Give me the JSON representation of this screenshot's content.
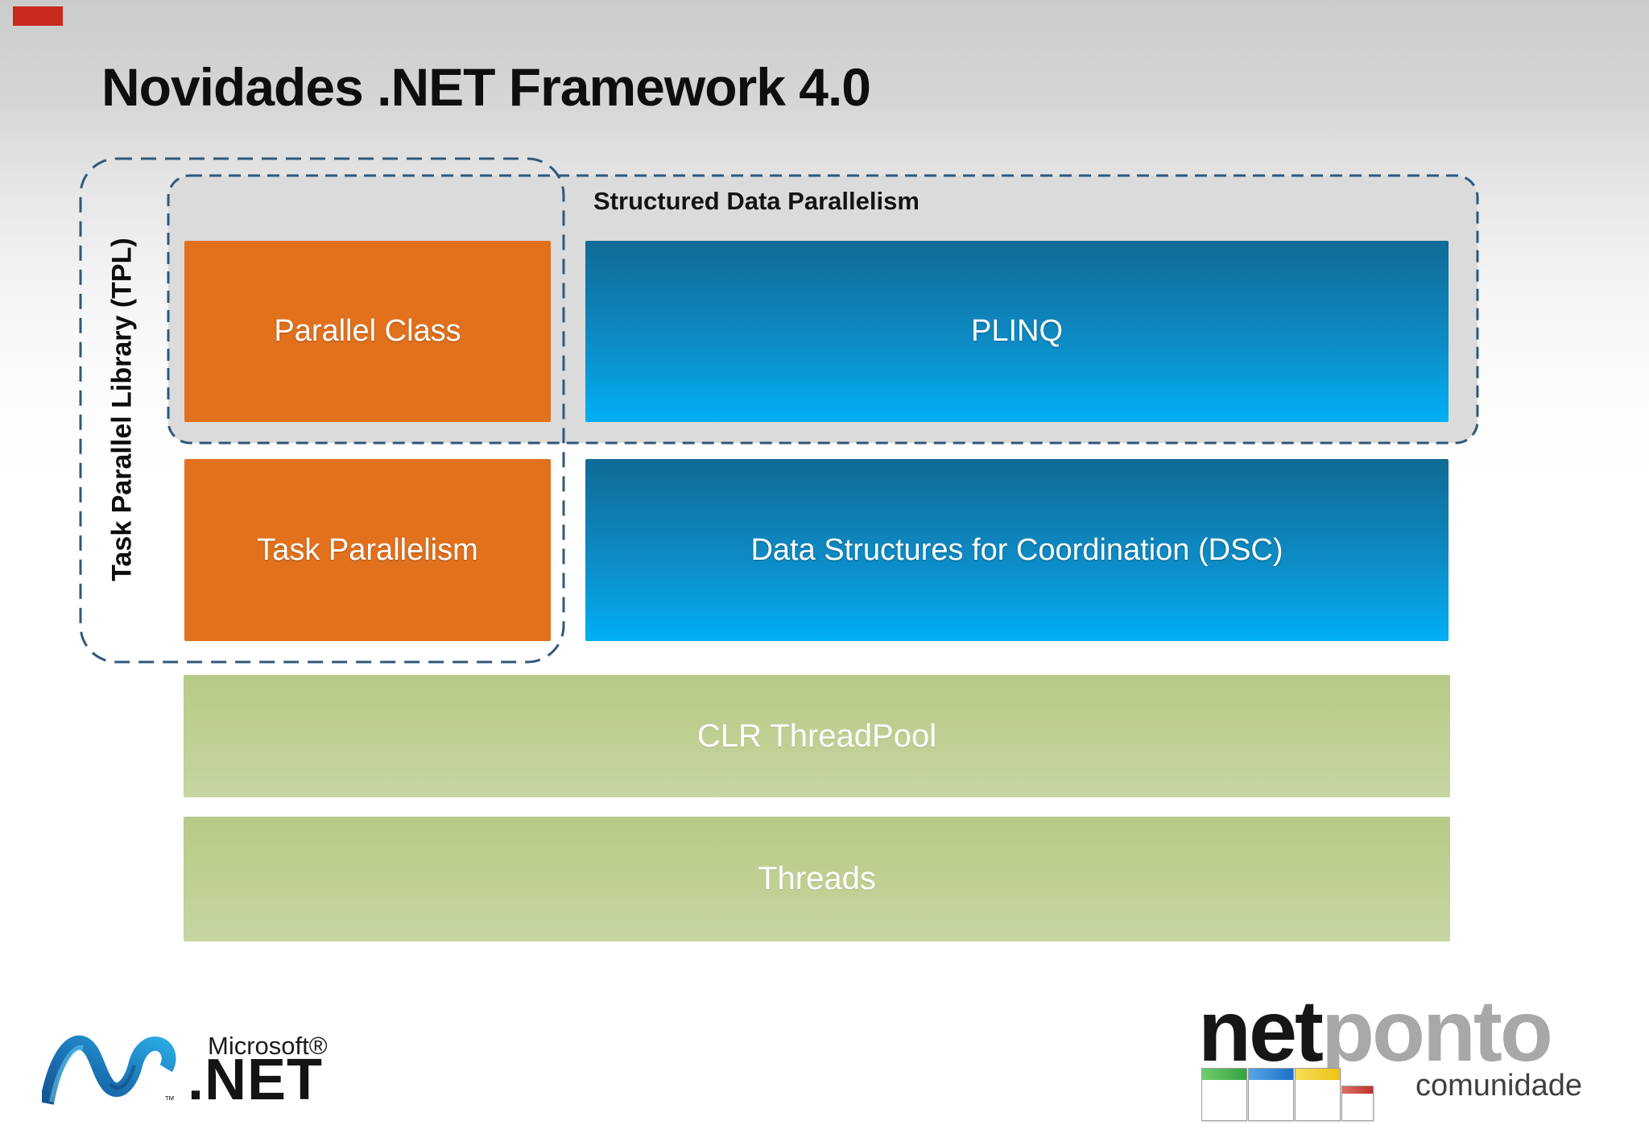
{
  "slide": {
    "title": "Novidades .NET Framework 4.0",
    "accent_bar_color": "#C9281C",
    "background_top_color": "#CBCBCB"
  },
  "diagram": {
    "groups": [
      {
        "id": "tpl",
        "label": "Task Parallel Library (TPL)",
        "style": "dashed-outline",
        "border_color": "#2F587B"
      },
      {
        "id": "sdp",
        "label": "Structured Data Parallelism",
        "style": "dashed-outline-filled",
        "fill_color": "#DBDBDB",
        "border_color": "#2F587B"
      }
    ],
    "boxes": [
      {
        "id": "parallel_class",
        "label": "Parallel Class",
        "color": "#E2711D",
        "member_of": "TPL, Structured Data Parallelism"
      },
      {
        "id": "plinq",
        "label": "PLINQ",
        "color_top": "#0F6B96",
        "color_bottom": "#01AFF5",
        "member_of": "Structured Data Parallelism"
      },
      {
        "id": "task_parallelism",
        "label": "Task Parallelism",
        "color": "#E2711D",
        "member_of": "TPL"
      },
      {
        "id": "dsc",
        "label": "Data Structures for Coordination (DSC)",
        "color_top": "#0F6B96",
        "color_bottom": "#01AFF5",
        "member_of": ""
      },
      {
        "id": "clr_threadpool",
        "label": "CLR ThreadPool",
        "color": "#BFD094",
        "member_of": ""
      },
      {
        "id": "threads",
        "label": "Threads",
        "color": "#BFD094",
        "member_of": ""
      }
    ]
  },
  "footer": {
    "msnet_logo": {
      "microsoft": "Microsoft®",
      "net": ".NET",
      "tm": "™"
    },
    "netponto_logo": {
      "net": "net",
      "ponto": "ponto",
      "subtitle": "comunidade",
      "icon_colors": [
        "#35A33F",
        "#1D71C9",
        "#EEC314",
        "#BB3329"
      ]
    }
  }
}
